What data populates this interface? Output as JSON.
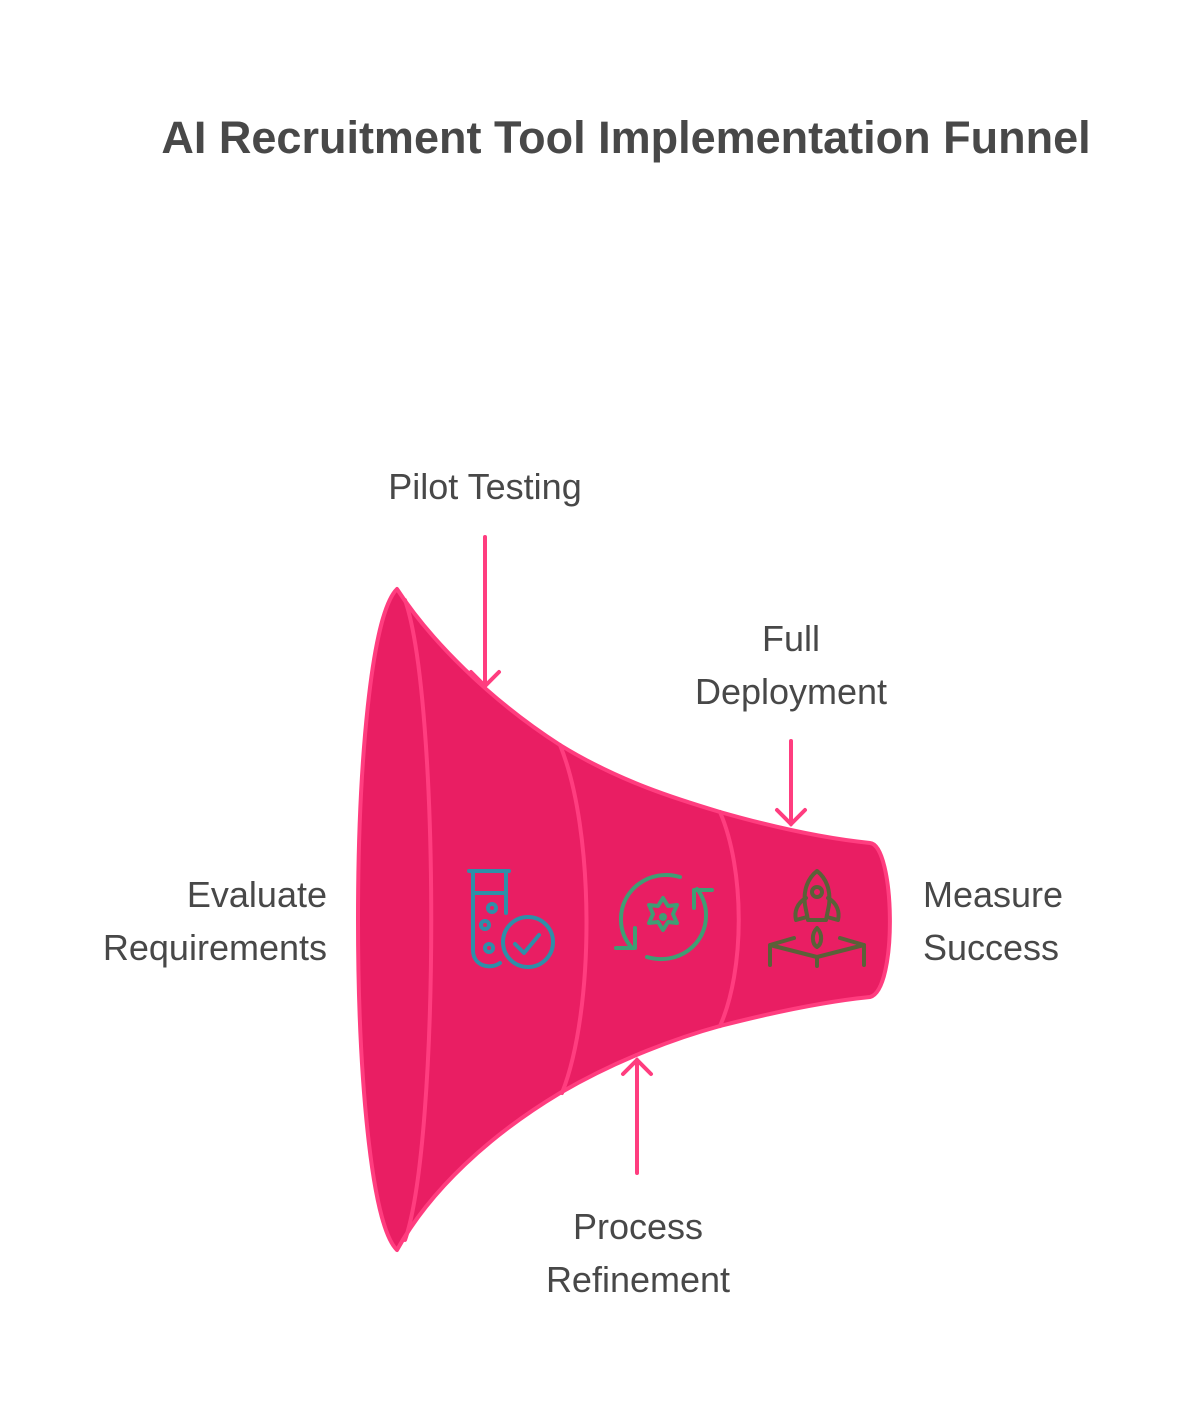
{
  "title": "AI Recruitment Tool Implementation Funnel",
  "stages": [
    {
      "label_lines": [
        "Evaluate",
        "Requirements"
      ],
      "icon": "test-tube-check-icon",
      "icon_color": "#2E8FA8"
    },
    {
      "label_lines": [
        "Pilot Testing"
      ]
    },
    {
      "label_lines": [
        "Process",
        "Refinement"
      ],
      "icon": "gear-cycle-icon",
      "icon_color": "#3F9E74"
    },
    {
      "label_lines": [
        "Full",
        "Deployment"
      ]
    },
    {
      "label_lines": [
        "Measure",
        "Success"
      ],
      "icon": "rocket-launch-icon",
      "icon_color": "#5A6138"
    }
  ],
  "colors": {
    "funnel_fill": "#E91E63",
    "funnel_stroke": "#FF3D7F",
    "text": "#484848"
  }
}
